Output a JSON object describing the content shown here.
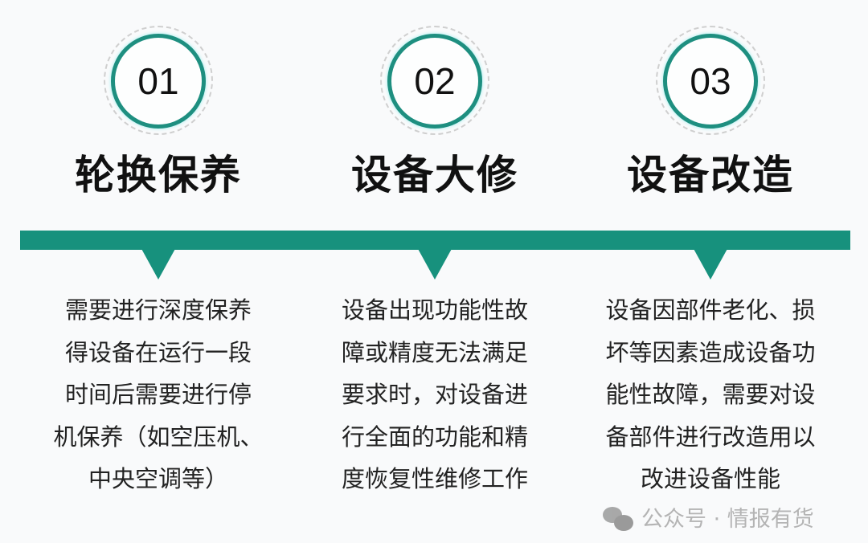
{
  "steps": [
    {
      "number": "01",
      "title": "轮换保养",
      "lines": [
        "需要进行深度保养",
        "得设备在运行一段",
        "时间后需要进行停",
        "机保养（如空压机、",
        "中央空调等）"
      ]
    },
    {
      "number": "02",
      "title": "设备大修",
      "lines": [
        "设备出现功能性故",
        "障或精度无法满足",
        "要求时，对设备进",
        "行全面的功能和精",
        "度恢复性维修工作"
      ]
    },
    {
      "number": "03",
      "title": "设备改造",
      "lines": [
        "设备因部件老化、损",
        "坏等因素造成设备功",
        "能性故障，需要对设",
        "备部件进行改造用以",
        "改进设备性能"
      ]
    }
  ],
  "watermark": "公众号 · 情报有货",
  "colors": {
    "accent": "#17917d"
  }
}
